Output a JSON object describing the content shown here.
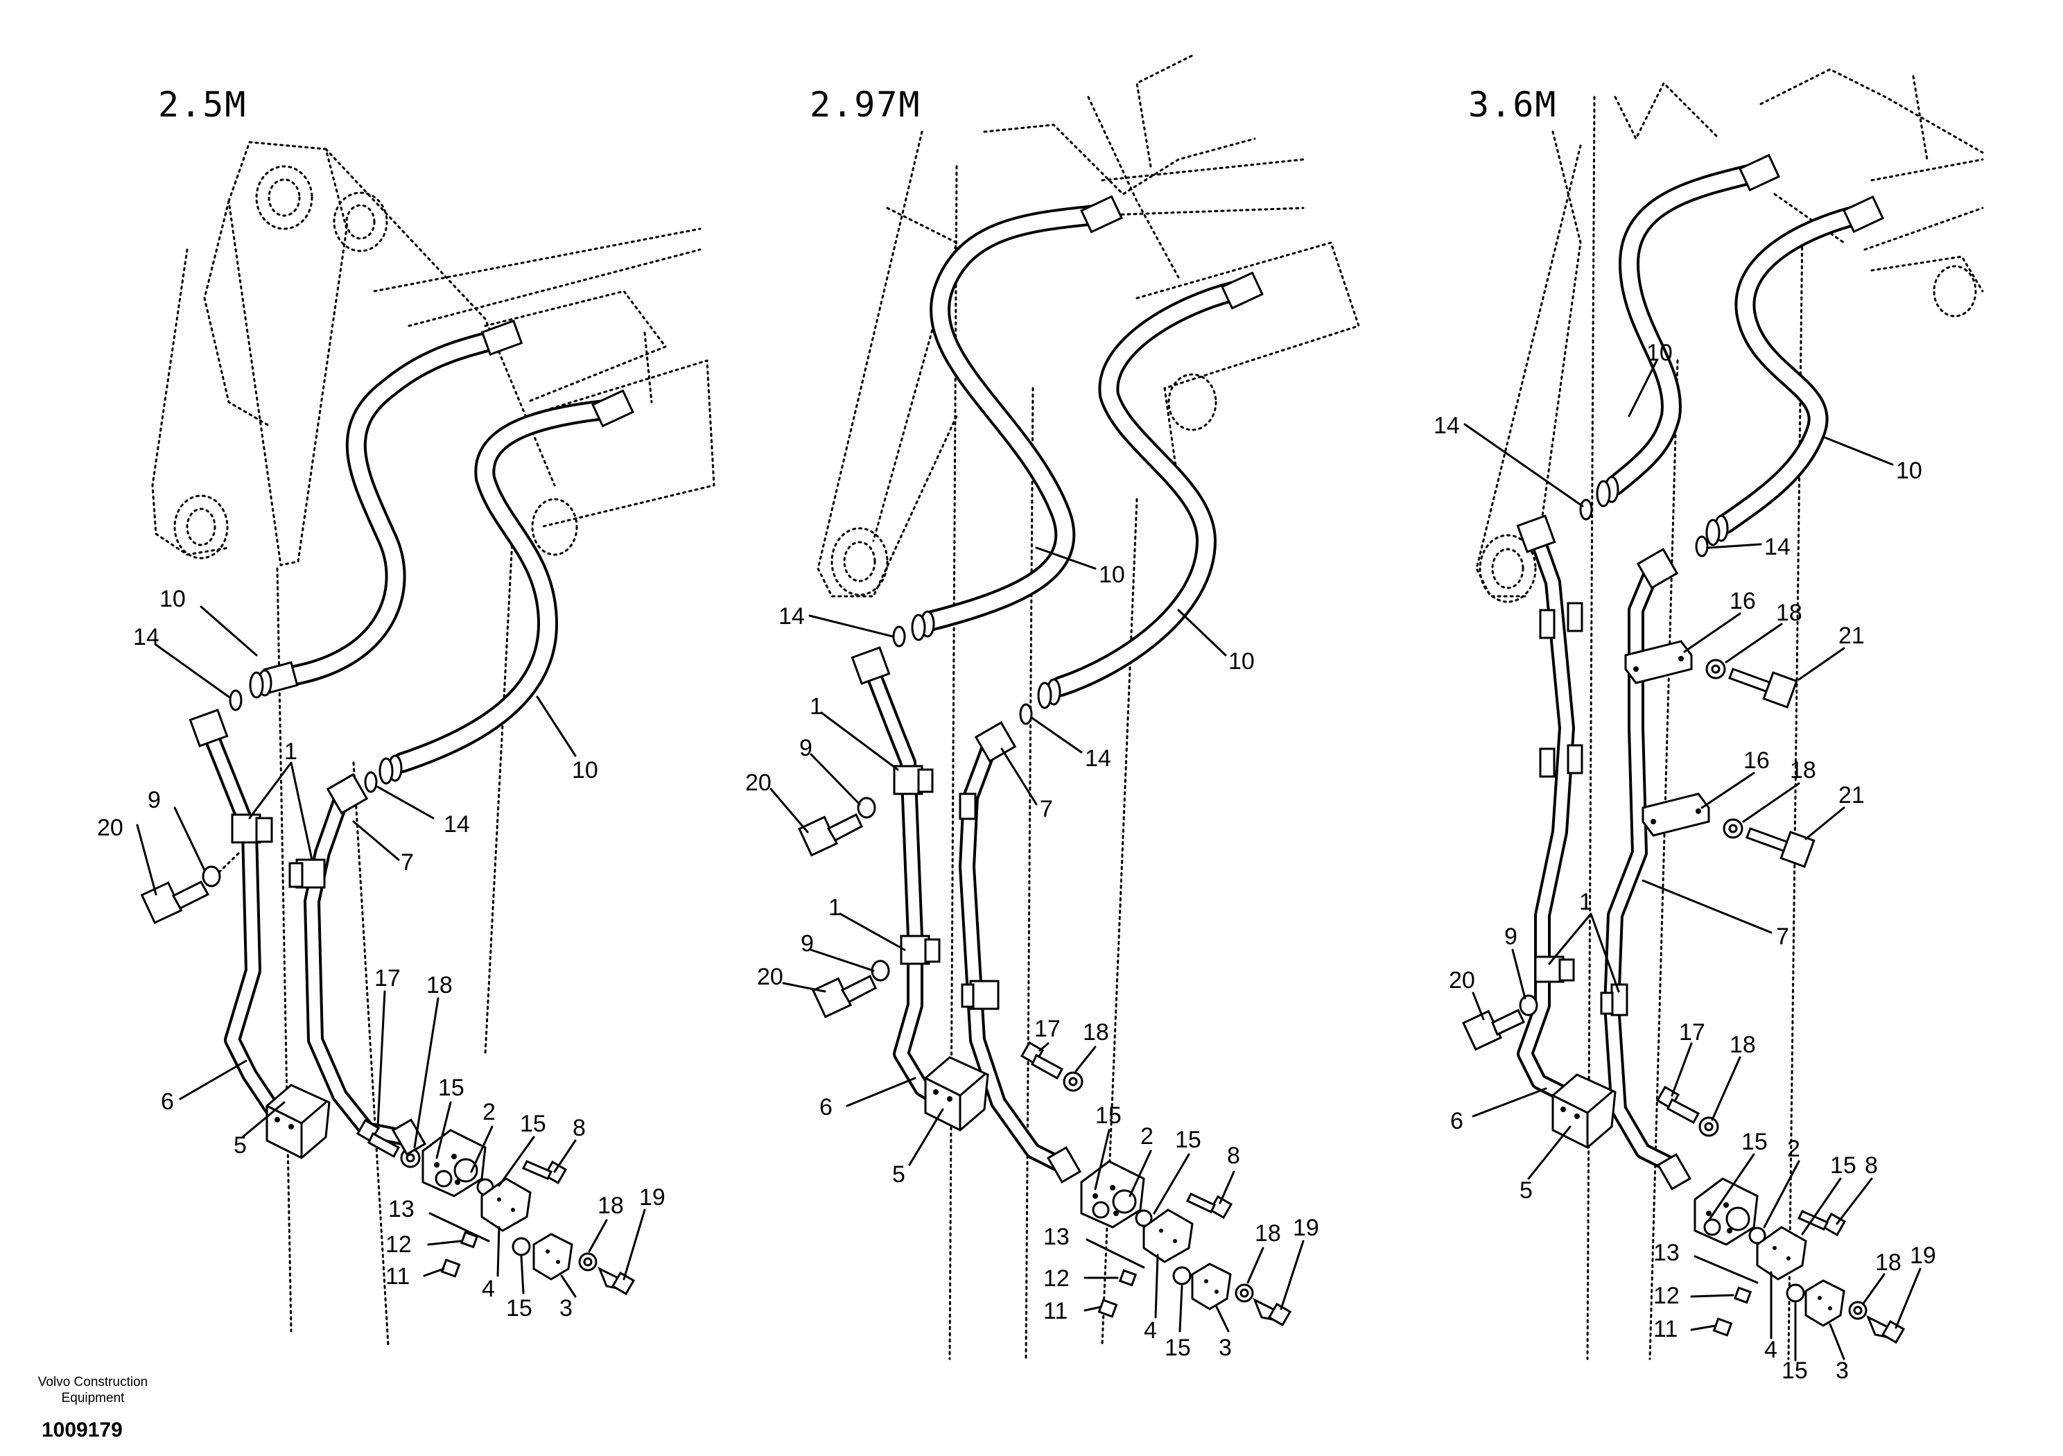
{
  "panels": [
    {
      "title": "2.5M",
      "labels": [
        "10",
        "14",
        "1",
        "20",
        "9",
        "7",
        "14",
        "10",
        "6",
        "5",
        "17",
        "18",
        "15",
        "2",
        "15",
        "8",
        "13",
        "12",
        "11",
        "4",
        "15",
        "3",
        "18",
        "19"
      ]
    },
    {
      "title": "2.97M",
      "labels": [
        "14",
        "10",
        "1",
        "9",
        "20",
        "1",
        "9",
        "20",
        "7",
        "14",
        "10",
        "6",
        "5",
        "17",
        "18",
        "15",
        "2",
        "15",
        "8",
        "13",
        "12",
        "11",
        "4",
        "15",
        "3",
        "18",
        "19"
      ]
    },
    {
      "title": "3.6M",
      "labels": [
        "14",
        "10",
        "10",
        "14",
        "16",
        "18",
        "21",
        "16",
        "18",
        "21",
        "7",
        "1",
        "9",
        "20",
        "17",
        "18",
        "6",
        "5",
        "15",
        "2",
        "15",
        "8",
        "13",
        "12",
        "11",
        "4",
        "15",
        "3",
        "18",
        "19"
      ]
    }
  ],
  "footer": {
    "company_line1": "Volvo Construction",
    "company_line2": "Equipment",
    "doc_number": "1009179"
  }
}
